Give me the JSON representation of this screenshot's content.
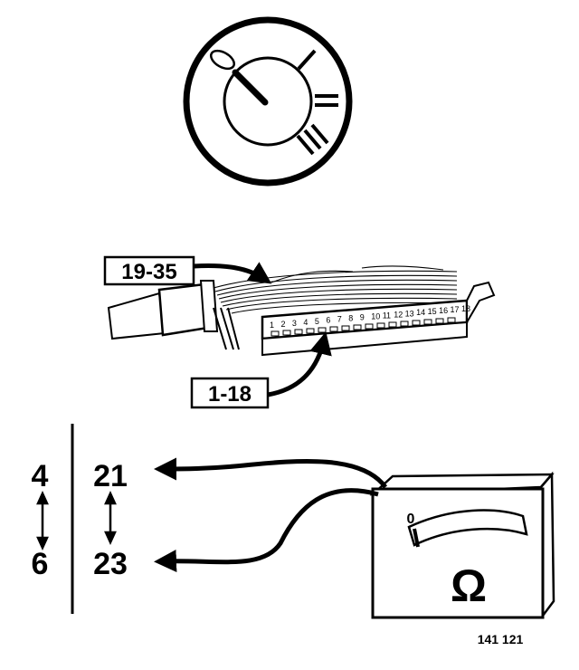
{
  "ignition_switch": {
    "positions": [
      "0",
      "I",
      "II",
      "III"
    ]
  },
  "connector": {
    "label_upper": "19-35",
    "label_lower": "1-18",
    "pin_numbers": [
      "1",
      "2",
      "3",
      "4",
      "5",
      "6",
      "7",
      "8",
      "9",
      "10",
      "11",
      "12",
      "13",
      "14",
      "15",
      "16",
      "17",
      "18"
    ]
  },
  "measurement": {
    "left_pins": [
      "4",
      "6"
    ],
    "right_pins": [
      "21",
      "23"
    ],
    "meter_zero": "0",
    "meter_symbol": "Ω"
  },
  "figure_number": "141 121",
  "colors": {
    "ink": "#000000",
    "paper": "#ffffff"
  }
}
